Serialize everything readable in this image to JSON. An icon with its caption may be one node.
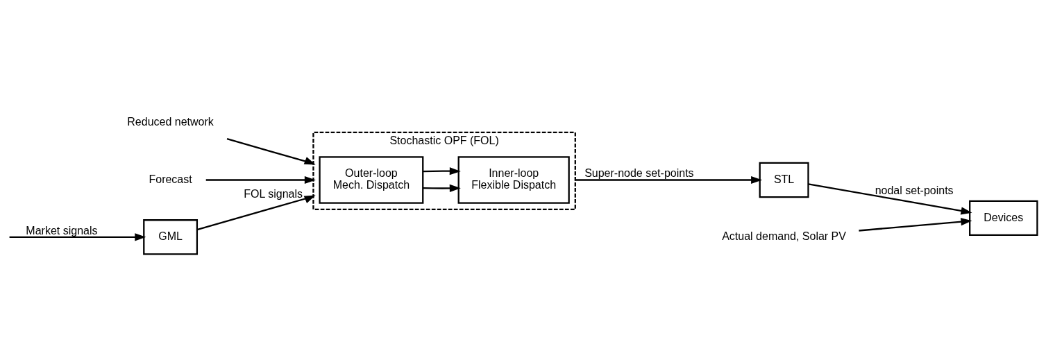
{
  "diagram": {
    "nodes": [
      {
        "text": [
          "Reduced network"
        ]
      },
      {
        "text": [
          "Forecast"
        ]
      },
      {
        "text": [
          "Actual demand, Solar PV"
        ]
      },
      {
        "text": [
          "GML"
        ]
      },
      {
        "text": [
          "Stochastic OPF (FOL)"
        ]
      },
      {
        "text": [
          "Outer-loop",
          "Mech. Dispatch"
        ],
        "in": 4
      },
      {
        "text": [
          "Inner-loop",
          "Flexible Dispatch"
        ],
        "in": 4
      },
      {
        "text": [
          "STL"
        ]
      },
      {
        "text": [
          "Devices"
        ]
      }
    ],
    "edges": [
      {
        "from": null,
        "to": 3,
        "arrow": "to",
        "label": "Market signals"
      },
      {
        "from": 3,
        "to": 4,
        "arrow": "to",
        "label": "FOL signals"
      },
      {
        "from": 0,
        "to": 4,
        "arrow": "to"
      },
      {
        "from": 1,
        "to": 4,
        "arrow": "to"
      },
      {
        "from": 5,
        "to": 6,
        "arrow": "to"
      },
      {
        "from": 5,
        "to": 6,
        "arrow": "to"
      },
      {
        "from": 4,
        "to": 7,
        "arrow": "to",
        "label": "Super-node set-points"
      },
      {
        "from": 7,
        "to": 8,
        "arrow": "to",
        "label": "nodal set-points"
      },
      {
        "from": 2,
        "to": 8,
        "arrow": "to"
      }
    ]
  }
}
